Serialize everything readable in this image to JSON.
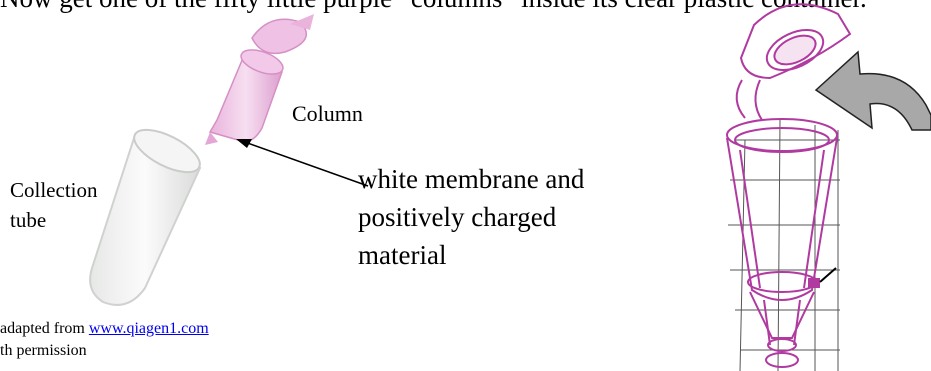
{
  "header_text": "Now get one of the fifty little purple “columns” inside its clear plastic container.",
  "labels": {
    "column": "Column",
    "collection_tube_line1": "Collection",
    "collection_tube_line2": "tube",
    "membrane_line1": "white membrane and",
    "membrane_line2": "positively charged",
    "membrane_line3": "material"
  },
  "credit": {
    "prefix": "adapted from ",
    "link": "www.qiagen1.com",
    "line2": "th permission"
  },
  "colors": {
    "column_pink": "#e7a9d6",
    "outline_magenta": "#b03aa0",
    "arrow_gray": "#a8a8a8"
  }
}
